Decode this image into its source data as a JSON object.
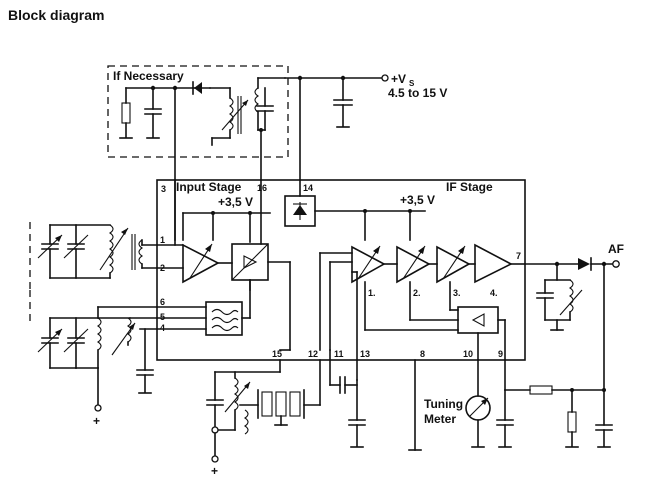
{
  "title": "Block diagram",
  "labels": {
    "if_necessary": "If Necessary",
    "supply": "+V",
    "supply_sub": "S",
    "supply_range": "4.5 to 15 V",
    "input_stage": "Input Stage",
    "if_stage": "IF Stage",
    "vref_left": "+3,5 V",
    "vref_right": "+3,5 V",
    "af": "AF",
    "tuning": "Tuning",
    "meter": "Meter",
    "plus_left": "+",
    "plus_bottom": "+"
  },
  "pins": {
    "p1": "1",
    "p2": "2",
    "p3": "3",
    "p4": "4",
    "p5": "5",
    "p6": "6",
    "p7": "7",
    "p8": "8",
    "p9": "9",
    "p10": "10",
    "p11": "11",
    "p12": "12",
    "p13": "13",
    "p14": "14",
    "p15": "15",
    "p16": "16"
  },
  "stages": {
    "s1": "1.",
    "s2": "2.",
    "s3": "3.",
    "s4": "4."
  }
}
